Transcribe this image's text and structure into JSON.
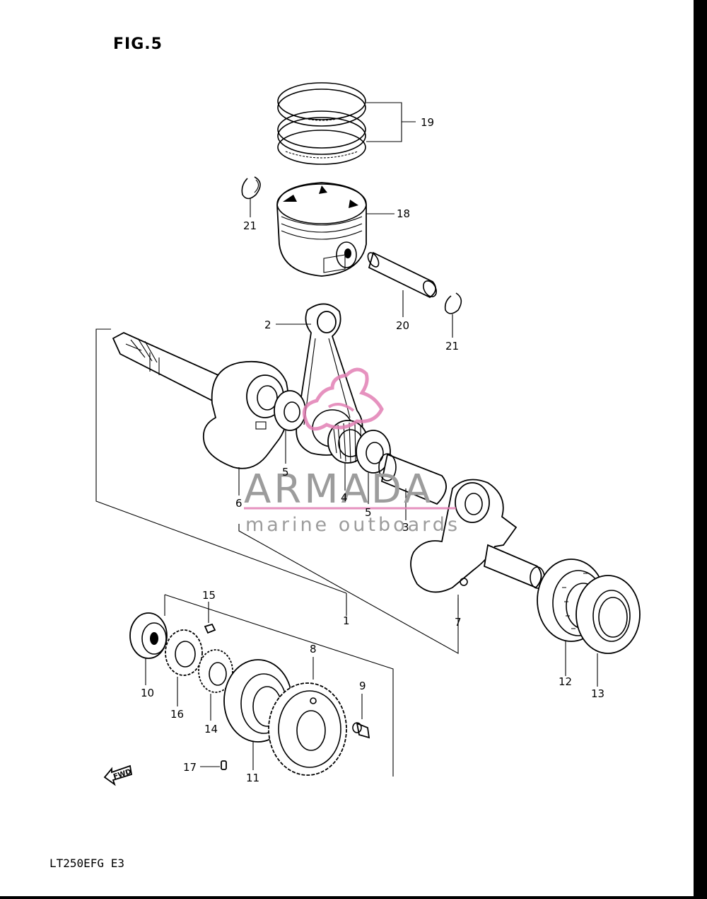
{
  "figure_title": "FIG.5",
  "model_code": "LT250EFG  E3",
  "watermark": {
    "word": "ARMADA",
    "subtitle": "marine outboards",
    "accent_color": "#e27fb4"
  },
  "direction_badge": "FWD",
  "callouts": {
    "c1": "1",
    "c2": "2",
    "c3": "3",
    "c4": "4",
    "c5a": "5",
    "c5b": "5",
    "c6": "6",
    "c7": "7",
    "c8": "8",
    "c9": "9",
    "c10": "10",
    "c11": "11",
    "c12": "12",
    "c13": "13",
    "c14": "14",
    "c15": "15",
    "c16": "16",
    "c17": "17",
    "c18": "18",
    "c19": "19",
    "c20": "20",
    "c21a": "21",
    "c21b": "21"
  }
}
